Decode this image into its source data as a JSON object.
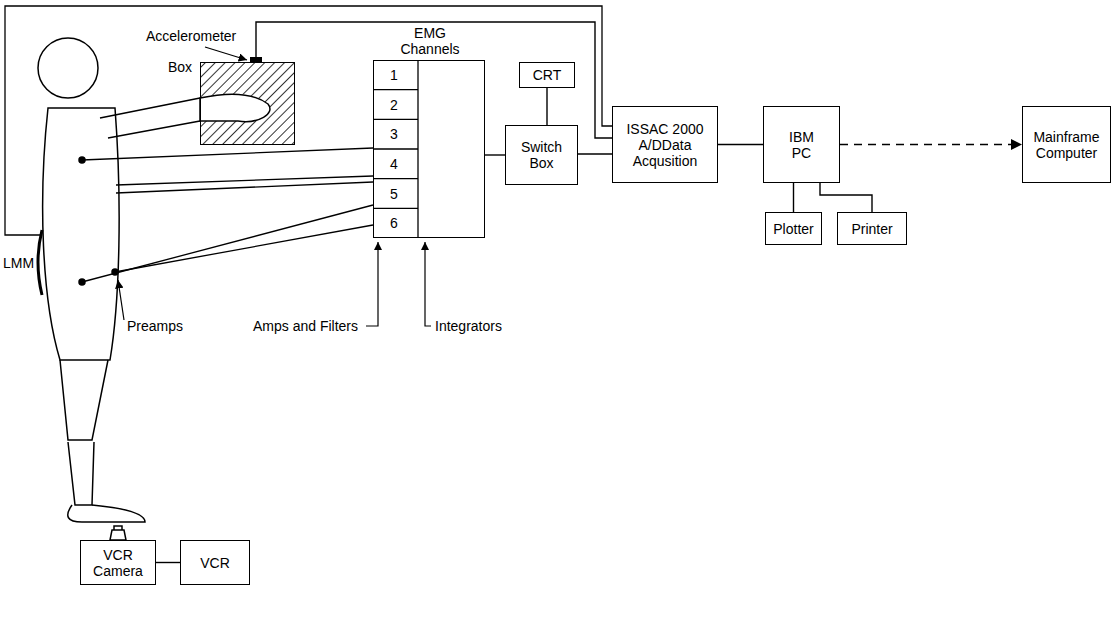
{
  "diagram": {
    "nodes": [
      {
        "text": [
          "Box"
        ]
      },
      {
        "text": [
          "EMG Channels"
        ]
      },
      {
        "text": [
          "CRT"
        ]
      },
      {
        "text": [
          "Switch Box"
        ]
      },
      {
        "text": [
          "ISSAC 2000 A/DData Acqusition"
        ]
      },
      {
        "text": [
          "IBM PC"
        ]
      },
      {
        "text": [
          "Plotter"
        ]
      },
      {
        "text": [
          "Printer"
        ]
      },
      {
        "text": [
          "Mainframe Computer"
        ]
      },
      {
        "text": [
          "VCR Camera"
        ]
      },
      {
        "text": [
          "VCR"
        ]
      }
    ],
    "edges": [
      {
        "from": 0,
        "to": 4,
        "arrow": "none"
      },
      {
        "from": 1,
        "to": 3,
        "arrow": "none"
      },
      {
        "from": 2,
        "to": 3,
        "arrow": "none"
      },
      {
        "from": 3,
        "to": 4,
        "arrow": "none"
      },
      {
        "from": 4,
        "to": 5,
        "arrow": "none"
      },
      {
        "from": 5,
        "to": 8,
        "arrow": "to"
      },
      {
        "from": 5,
        "to": 6,
        "arrow": "none"
      },
      {
        "from": 5,
        "to": 7,
        "arrow": "none"
      },
      {
        "from": 9,
        "to": 10,
        "arrow": "none"
      }
    ],
    "labels": [
      "Accelerometer",
      "1",
      "2",
      "3",
      "4",
      "5",
      "6",
      "LMM",
      "Preamps",
      "Amps and Filters",
      "Integrators"
    ]
  }
}
